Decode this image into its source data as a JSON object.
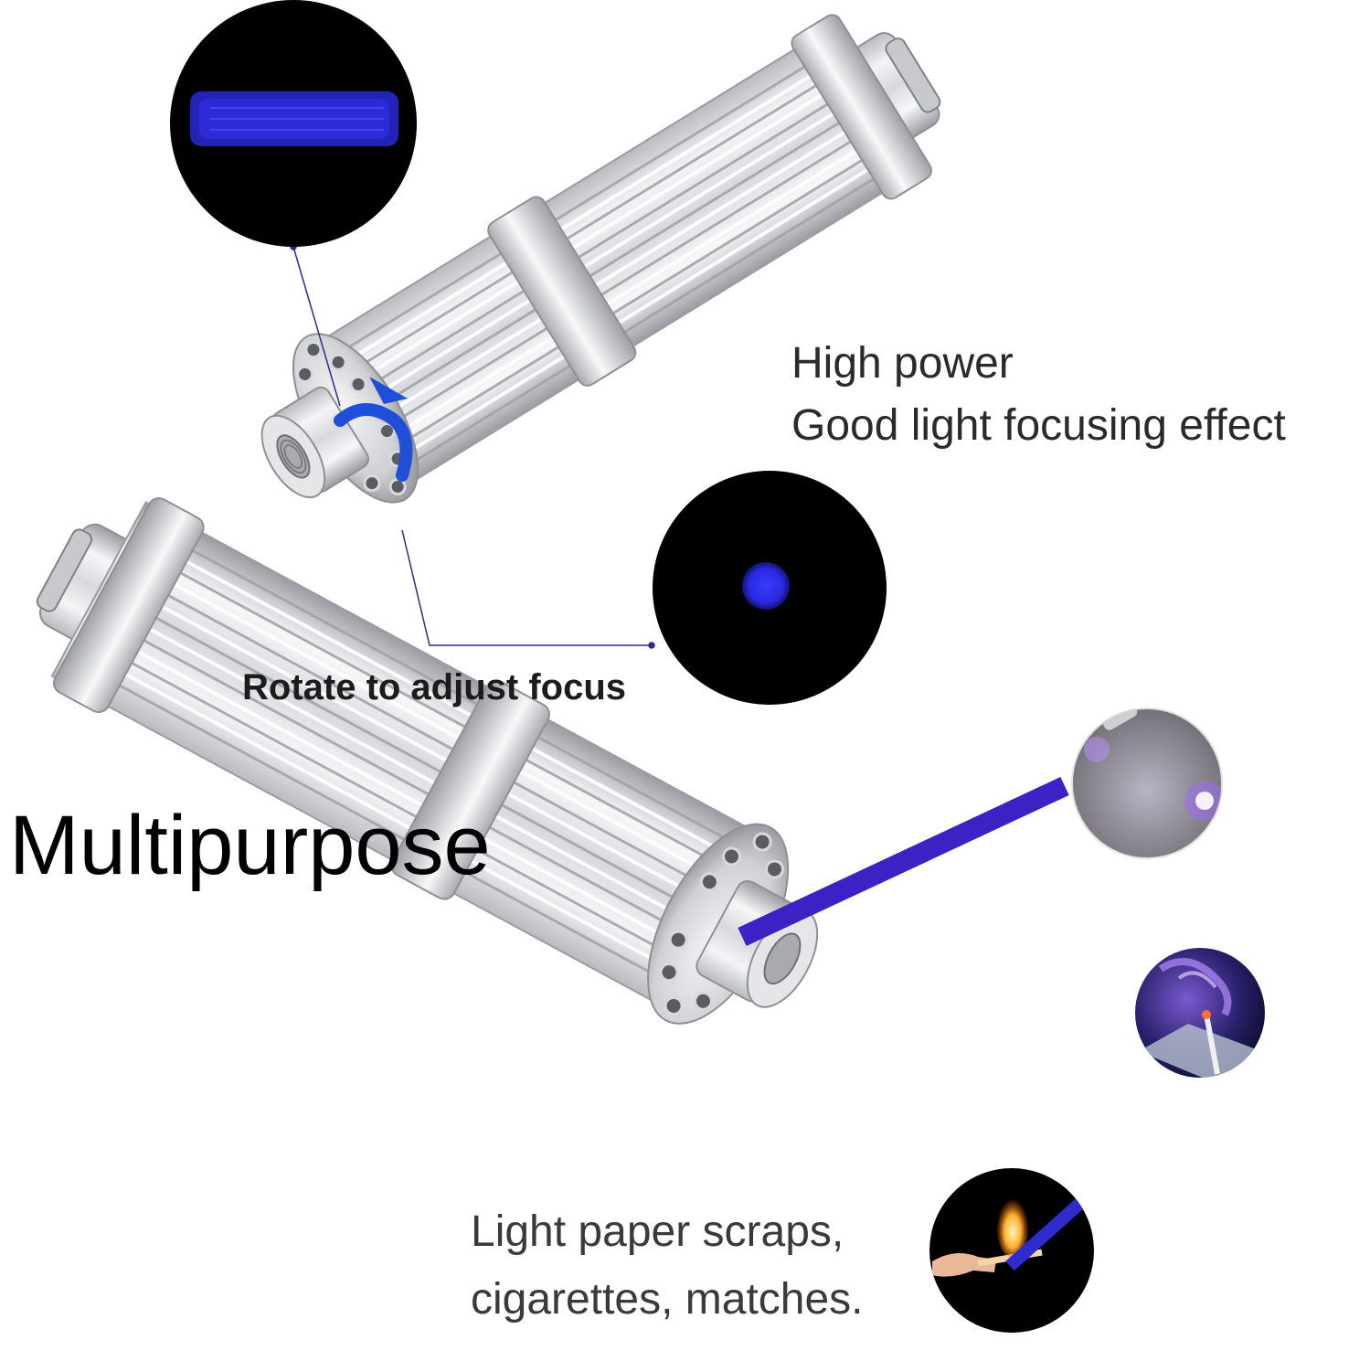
{
  "texts": {
    "high_power": "High power",
    "good_focus": "Good light focusing effect",
    "rotate": "Rotate to adjust focus",
    "multipurpose": "Multipurpose",
    "light_line1": "Light paper scraps,",
    "light_line2": "cigarettes, matches."
  },
  "colors": {
    "laser_blue": "#2c2cdc",
    "beam_blue": "#3a22c4",
    "metal_light": "#f2f2f4",
    "metal_dark": "#8a8c92",
    "circle_black": "#000000"
  }
}
